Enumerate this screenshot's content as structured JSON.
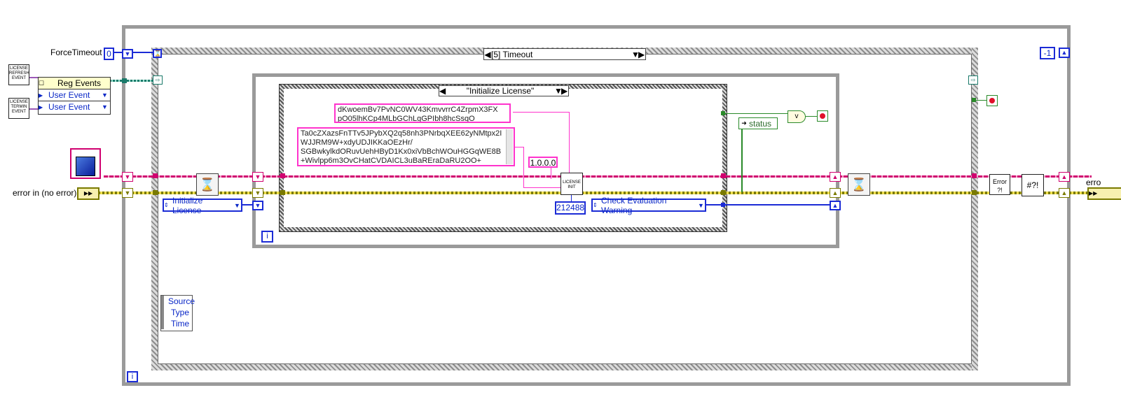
{
  "force_timeout": {
    "label": "ForceTimeout",
    "value": "0"
  },
  "error_in_label": "error in (no error)",
  "error_out_label_partial": "erro",
  "reg_events": {
    "title": "Reg Events",
    "rows": [
      "User Event",
      "User Event"
    ],
    "refresh_glyph": "LICENSE REFRESH EVENT",
    "termin_glyph": "LICENSE TERMIN EVENT"
  },
  "event_case": {
    "selector": "[5] Timeout"
  },
  "inner_case": {
    "selector": "\"Initialize License\""
  },
  "string_constants": {
    "key_short": "dKwoemBv7PvNC0WV43KmvvrrC4ZrpmX3FX\npO05lhKCp4MLbGChLgGPIbh8hcSsqO",
    "key_long": "Ta0cZXazsFnTTv5JPybXQ2q58nh3PNrbqXEE62yNMtpx2I\nWJJRM9W+xdyUDJIKKaOEzHr/\nSGBwkylkdORuvUehHByD1Kx0xiVbBchWOuHGGqWE8B\n+Wivlpp6m3OvCHatCVDAICL3uBaREraDaRU2OO+",
    "version": "1.0.0.0",
    "number": "212488"
  },
  "enums": {
    "initialize_license": "Initialize License",
    "check_eval_warning": "Check Evaluation Warning"
  },
  "status_unbundle": "status",
  "event_data_node": [
    "Source",
    "Type",
    "Time"
  ],
  "constants": {
    "minus_one": "-1"
  },
  "loop_iteration_glyph": "i",
  "license_init_vi": "LICENSE INIT",
  "error_vi_glyph": "Error ?!",
  "colors": {
    "frame_gray": "#9a9a9a",
    "wire_pink": "#d0006f",
    "wire_error": "#7a7a00",
    "wire_blue": "#1b2bd6",
    "wire_green": "#2a8a2a",
    "string_border": "#ff33cc"
  }
}
